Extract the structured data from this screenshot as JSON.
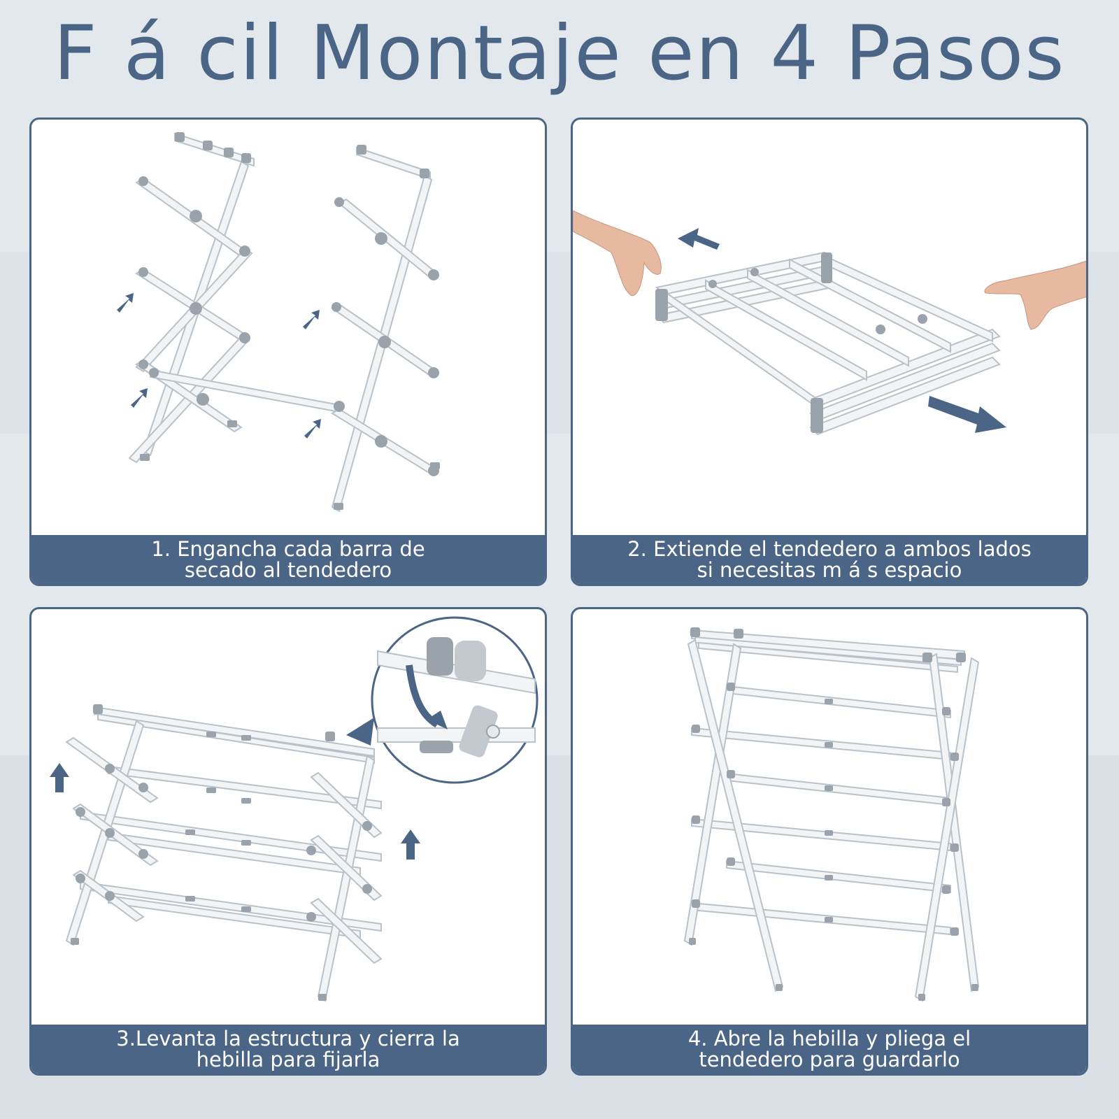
{
  "title": "F á cil Montaje en 4 Pasos",
  "colors": {
    "accent": "#4a6585",
    "panel_bg": "#ffffff",
    "rack": "#f2f4f6",
    "rack_stroke": "#b9c1c9",
    "joint": "#9aa3ac"
  },
  "steps": [
    {
      "caption": "1. Engancha cada barra de\nsecado al tendedero"
    },
    {
      "caption": "2. Extiende el tendedero a ambos lados\nsi necesitas m á s espacio"
    },
    {
      "caption": "3.Levanta la estructura y cierra la\nhebilla para fijarla"
    },
    {
      "caption": "4. Abre la hebilla y pliega el\ntendedero para guardarlo"
    }
  ]
}
